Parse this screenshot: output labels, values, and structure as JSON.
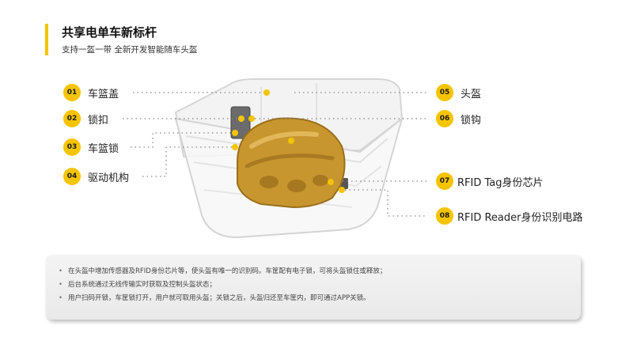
{
  "header": {
    "title": "共享电单车新标杆",
    "subtitle": "支持一盔一带 全新开发智能随车头盔"
  },
  "callouts": [
    {
      "num": "01",
      "label": "车篮盖"
    },
    {
      "num": "02",
      "label": "锁扣"
    },
    {
      "num": "03",
      "label": "车篮锁"
    },
    {
      "num": "04",
      "label": "驱动机构"
    },
    {
      "num": "05",
      "label": "头盔"
    },
    {
      "num": "06",
      "label": "锁钩"
    },
    {
      "num": "07",
      "label": "RFID Tag身份芯片"
    },
    {
      "num": "08",
      "label": "RFID Reader身份识别电路"
    }
  ],
  "notes": [
    "在头盔中增加传感器及RFID身份芯片等，使头盔有唯一的识别码。车筐配有电子锁，可将头盔锁住或释放；",
    "后台系统通过无线传输实时获取及控制头盔状态；",
    "用户扫码开锁，车筐锁打开，用户就可取用头盔；关锁之后，头盔归还至车筐内，即可通过APP关锁。"
  ],
  "colors": {
    "accent": "#f5c400",
    "helmet": "#c8962e",
    "basket_outline": "#d6d6d6"
  }
}
